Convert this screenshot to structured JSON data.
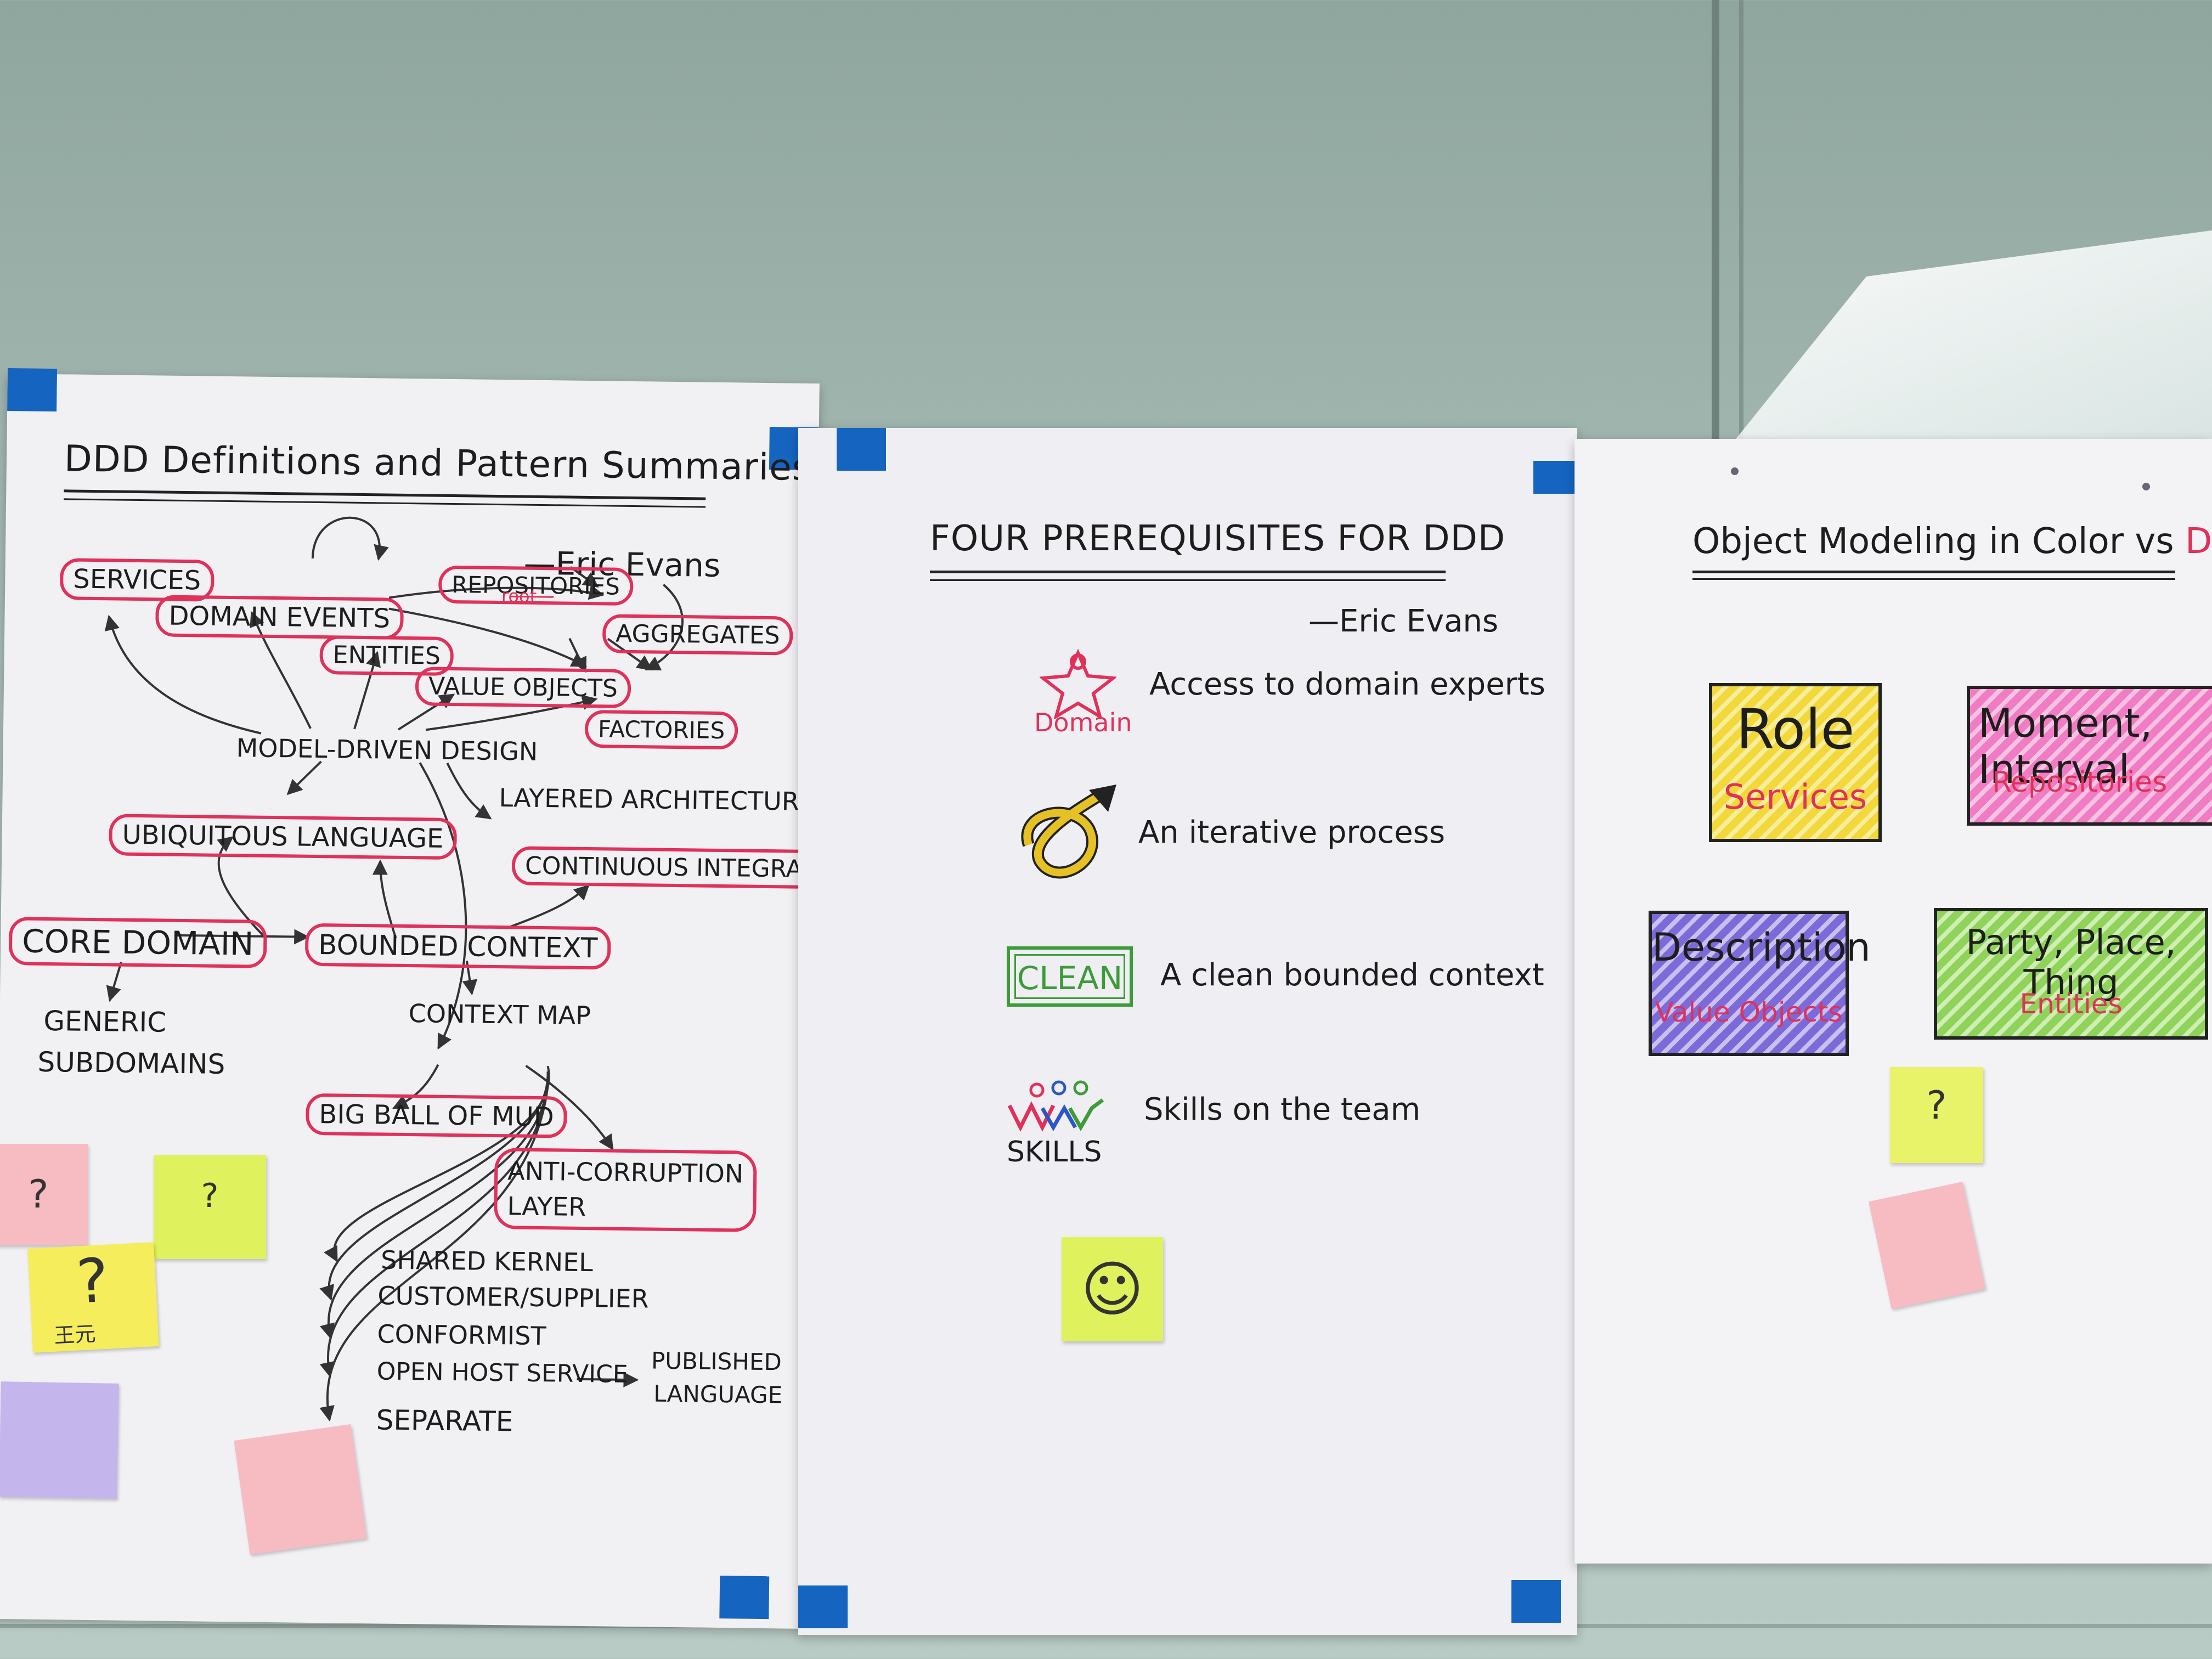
{
  "left_sheet": {
    "title": "DDD Definitions and Pattern Summaries",
    "author": "—Eric Evans",
    "nodes": {
      "services": "SERVICES",
      "domain_events": "DOMAIN EVENTS",
      "repositories": "REPOSITORIES",
      "entities": "ENTITIES",
      "aggregates": "AGGREGATES",
      "value_objects": "VALUE OBJECTS",
      "factories": "FACTORIES",
      "root": "root",
      "model_driven_design": "MODEL-DRIVEN DESIGN",
      "layered_architecture": "LAYERED ARCHITECTURE",
      "ubiquitous_language": "UBIQUITOUS LANGUAGE",
      "continuous_integration": "CONTINUOUS INTEGRATION",
      "core_domain": "CORE DOMAIN",
      "bounded_context": "BOUNDED CONTEXT",
      "generic_subdomains_1": "GENERIC",
      "generic_subdomains_2": "SUBDOMAINS",
      "context_map": "CONTEXT MAP",
      "big_ball_of_mud": "BIG BALL OF MUD",
      "anti_corruption_1": "ANTI-CORRUPTION",
      "anti_corruption_2": "LAYER",
      "shared_kernel": "SHARED KERNEL",
      "customer_supplier": "CUSTOMER/SUPPLIER",
      "conformist": "CONFORMIST",
      "open_host_service": "OPEN HOST SERVICE",
      "published_language_1": "PUBLISHED",
      "published_language_2": "LANGUAGE",
      "separate": "SEPARATE"
    },
    "stickies": {
      "pink_mark": "?",
      "lime_mark": "?",
      "yellow_mark": "?",
      "yellow_note": "王元"
    }
  },
  "middle_sheet": {
    "title": "FOUR PREREQUISITES FOR DDD",
    "author": "—Eric Evans",
    "items": [
      {
        "icon": "star-person-icon",
        "icon_label": "Domain",
        "text": "Access to domain experts"
      },
      {
        "icon": "spiral-arrow-icon",
        "icon_label": "",
        "text": "An iterative process"
      },
      {
        "icon": "clean-box-icon",
        "icon_label": "CLEAN",
        "text": "A clean bounded context"
      },
      {
        "icon": "team-people-icon",
        "icon_label": "SKILLS",
        "text": "Skills on the team"
      }
    ],
    "sticky_smile": "☺"
  },
  "right_sheet": {
    "title_main": "Object Modeling in Color vs",
    "title_accent": "DDD",
    "boxes": [
      {
        "main": "Role",
        "sub": "Services",
        "color": "#f2d83a"
      },
      {
        "main": "Moment, Interval",
        "sub": "Repositories",
        "color": "#f07cc4"
      },
      {
        "main": "Description",
        "sub": "Value Objects",
        "color": "#7b6ad8"
      },
      {
        "main": "Party, Place, Thing",
        "sub": "Entities",
        "color": "#8fd35a"
      }
    ],
    "sticky_mark": "?"
  },
  "colors": {
    "accent_red": "#e0315a",
    "tape_blue": "#1565c0"
  }
}
